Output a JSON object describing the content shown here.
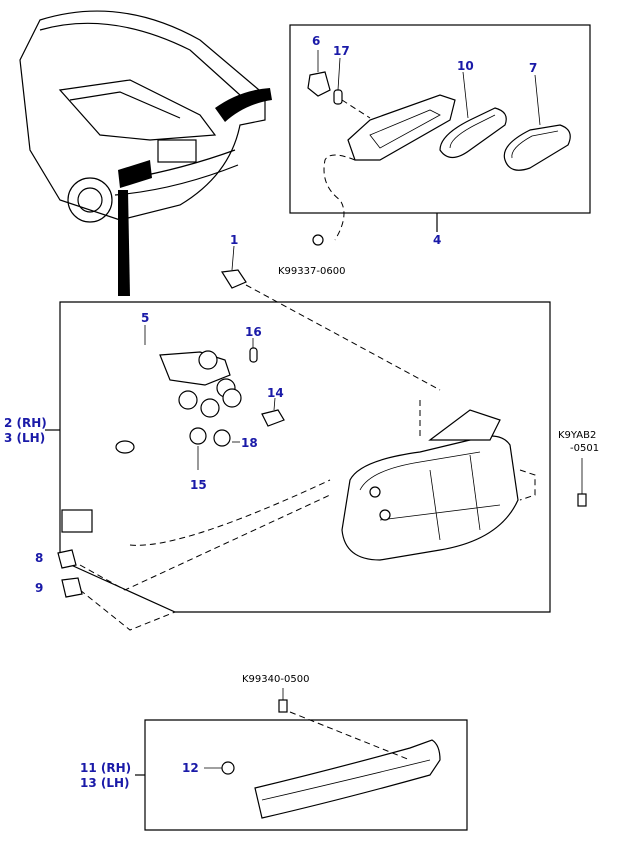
{
  "labels": {
    "ref_1": "1",
    "ref_2": "2 (RH)",
    "ref_3": "3 (LH)",
    "ref_4": "4",
    "ref_5": "5",
    "ref_6": "6",
    "ref_7": "7",
    "ref_8": "8",
    "ref_9": "9",
    "ref_10": "10",
    "ref_11": "11 (RH)",
    "ref_13": "13 (LH)",
    "ref_12": "12",
    "ref_14": "14",
    "ref_15": "15",
    "ref_16": "16",
    "ref_17": "17",
    "ref_18": "18"
  },
  "part_numbers": {
    "k99337": "K99337-0600",
    "k9yab2_a": "K9YAB2",
    "k9yab2_b": "-0501",
    "k99340": "K99340-0500"
  },
  "colors": {
    "ref_text": "#1a1aa8",
    "line": "#000000",
    "background": "#ffffff"
  }
}
